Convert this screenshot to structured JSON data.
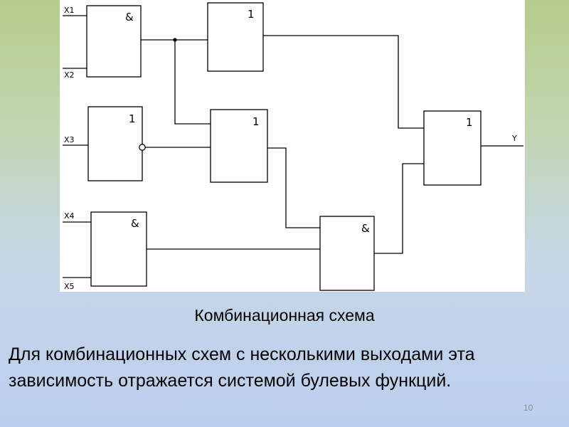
{
  "diagram": {
    "inputs": [
      "X1",
      "X2",
      "X3",
      "X4",
      "X5"
    ],
    "output": "Y",
    "gates": [
      {
        "id": "and-top",
        "symbol": "&"
      },
      {
        "id": "or-top",
        "symbol": "1"
      },
      {
        "id": "not-x3",
        "symbol": "1"
      },
      {
        "id": "or-middle",
        "symbol": "1"
      },
      {
        "id": "and-bottom",
        "symbol": "&"
      },
      {
        "id": "and-right",
        "symbol": "&"
      },
      {
        "id": "or-output",
        "symbol": "1"
      }
    ]
  },
  "caption": "Комбинационная схема",
  "body_text": "Для комбинационных схем с несколькими выходами эта зависимость отражается системой булевых функций.",
  "page_number": "10"
}
